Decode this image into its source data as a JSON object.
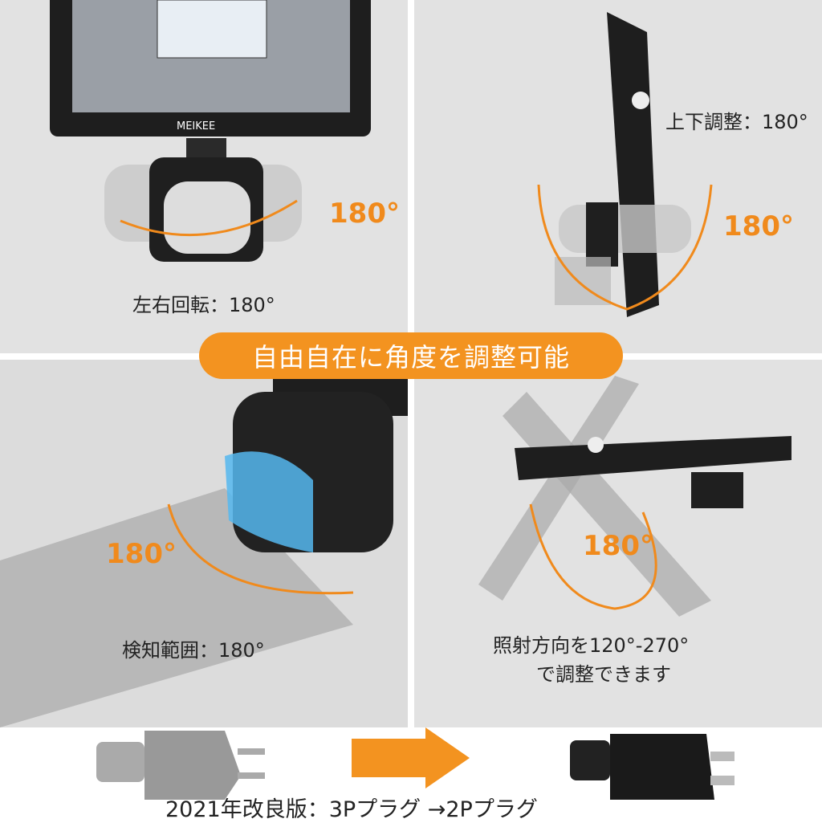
{
  "banner": "自由自在に角度を調整可能",
  "panels": [
    {
      "caption": "左右回転：180°",
      "angle": "180°",
      "brand": "MEIKEE"
    },
    {
      "caption": "上下調整：180°",
      "angle": "180°"
    },
    {
      "caption": "検知範囲：180°",
      "angle": "180°"
    },
    {
      "caption_line1": "照射方向を120°-270°",
      "caption_line2": "で調整できます",
      "angle": "180°"
    }
  ],
  "bottom": {
    "caption": "2021年改良版：3Pプラグ →2Pプラグ"
  },
  "colors": {
    "accent": "#f39320",
    "panel_bg": "#e2e2e2"
  }
}
